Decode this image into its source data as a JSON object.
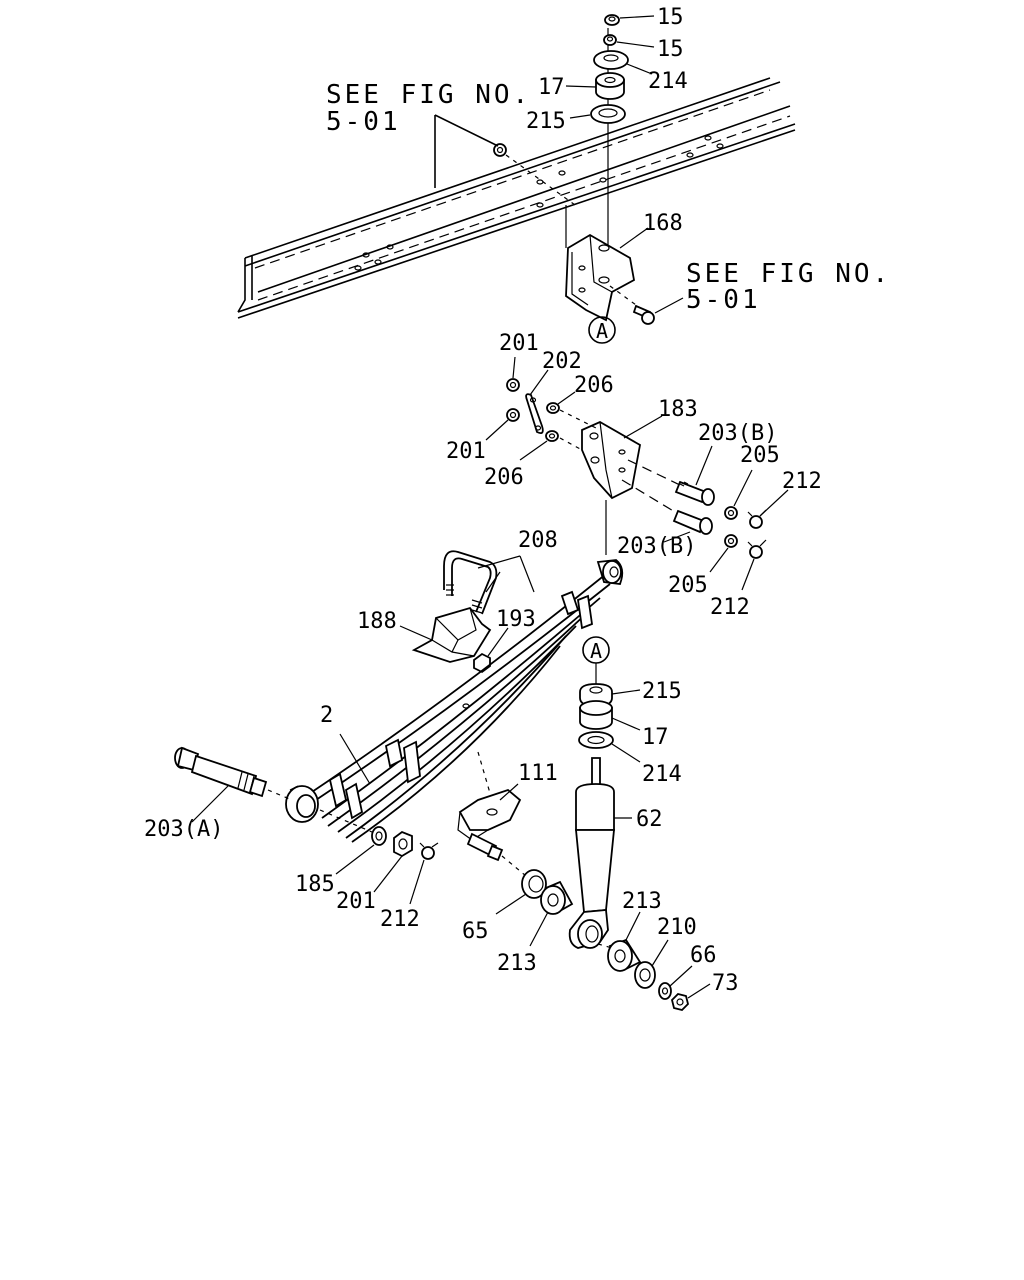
{
  "references": {
    "see_fig_top_line1": "SEE FIG NO.",
    "see_fig_top_line2": "5-01",
    "see_fig_right_line1": "SEE FIG NO.",
    "see_fig_right_line2": "5-01"
  },
  "callouts": {
    "c15a": "15",
    "c15b": "15",
    "c214top": "214",
    "c17top": "17",
    "c215top": "215",
    "c168": "168",
    "c201a": "201",
    "c202": "202",
    "c206a": "206",
    "c183": "183",
    "c201b": "201",
    "c206b": "206",
    "c203b1": "203(B)",
    "c205a": "205",
    "c212a": "212",
    "c203b2": "203(B)",
    "c205b": "205",
    "c212b": "212",
    "c208": "208",
    "c188": "188",
    "c193": "193",
    "c215mid": "215",
    "c17mid": "17",
    "c214mid": "214",
    "c2": "2",
    "c111": "111",
    "c62": "62",
    "c203a": "203(A)",
    "c185": "185",
    "c201c": "201",
    "c212c": "212",
    "c65": "65",
    "c213a": "213",
    "c213b": "213",
    "c210": "210",
    "c66": "66",
    "c73": "73"
  },
  "markers": {
    "circle_a_top": "A",
    "circle_a_mid": "A"
  }
}
